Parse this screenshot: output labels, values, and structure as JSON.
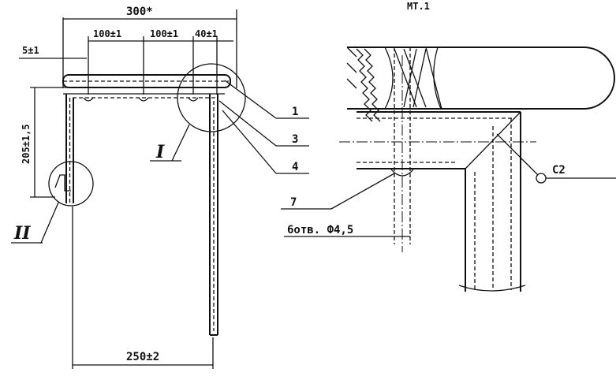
{
  "sheet_label": "МТ.1",
  "dimensions": {
    "overall_width": "300*",
    "spacing_1": "100±1",
    "spacing_2": "100±1",
    "spacing_3": "40±1",
    "offset": "5±1",
    "height": "205±1,5",
    "base_width": "250±2"
  },
  "detail_labels": {
    "detail_1": "I",
    "detail_2": "II"
  },
  "callouts": {
    "c1": "1",
    "c3": "3",
    "c4": "4",
    "c7": "7"
  },
  "weld_mark": "С2",
  "holes_note": "6отв. Ф4,5"
}
